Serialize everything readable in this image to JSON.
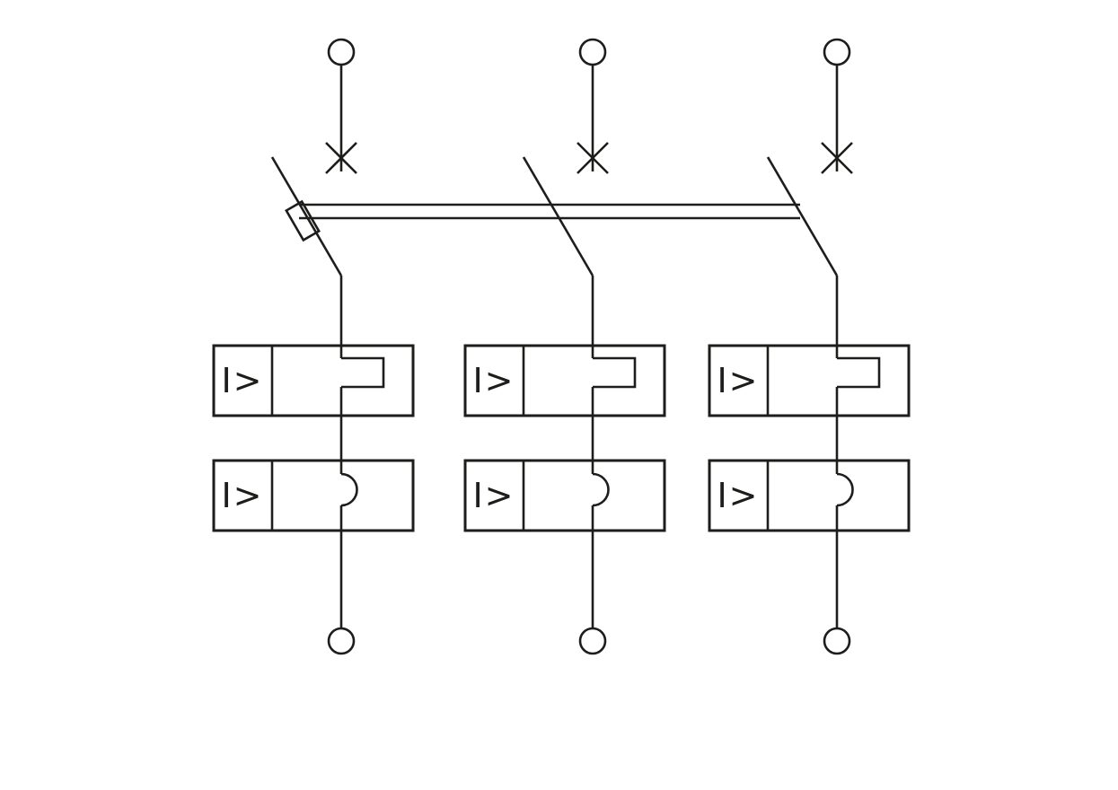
{
  "diagram": {
    "background": "#ffffff",
    "stroke_color": "#1d1d1b",
    "pole_count": 3,
    "poles": [
      {
        "upper_release_label": "I>",
        "lower_release_label": "I>"
      },
      {
        "upper_release_label": "I>",
        "lower_release_label": "I>"
      },
      {
        "upper_release_label": "I>",
        "lower_release_label": "I>"
      }
    ]
  }
}
